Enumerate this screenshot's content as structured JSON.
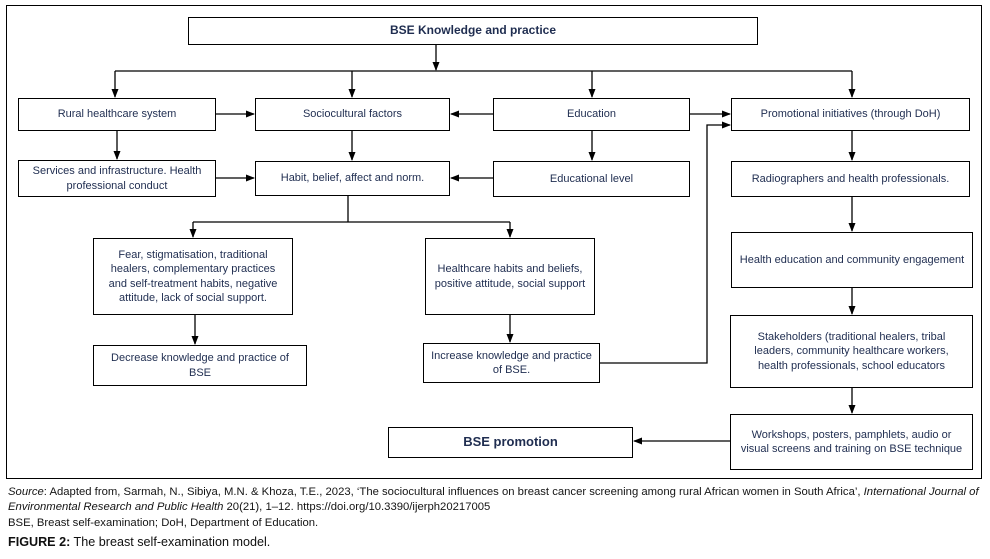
{
  "diagram": {
    "nodes": {
      "bse_knowledge": "BSE Knowledge and practice",
      "rural": "Rural healthcare system",
      "socio": "Sociocultural factors",
      "edu": "Education",
      "promo": "Promotional initiatives (through DoH)",
      "services": "Services and infrastructure. Health professional conduct",
      "habit": "Habit, belief, affect and norm.",
      "edulevel": "Educational level",
      "radio": "Radiographers and health professionals.",
      "fear": "Fear, stigmatisation, traditional healers, complementary practices and self-treatment habits, negative attitude, lack of social support.",
      "hch": "Healthcare habits and beliefs, positive attitude, social support",
      "decrease": "Decrease knowledge and practice of BSE",
      "increase": "Increase knowledge and practice of BSE.",
      "healthedu": "Health education and community engagement",
      "stake": "Stakeholders (traditional healers, tribal leaders, community healthcare workers, health professionals, school educators",
      "workshops": "Workshops, posters, pamphlets, audio or visual screens and training on BSE technique",
      "bse_promotion": "BSE promotion"
    },
    "edges": [
      {
        "from": "bse_knowledge",
        "to": "rural"
      },
      {
        "from": "bse_knowledge",
        "to": "socio"
      },
      {
        "from": "bse_knowledge",
        "to": "edu"
      },
      {
        "from": "bse_knowledge",
        "to": "promo"
      },
      {
        "from": "rural",
        "to": "socio"
      },
      {
        "from": "edu",
        "to": "socio"
      },
      {
        "from": "edu",
        "to": "promo"
      },
      {
        "from": "rural",
        "to": "services"
      },
      {
        "from": "socio",
        "to": "habit"
      },
      {
        "from": "edu",
        "to": "edulevel"
      },
      {
        "from": "promo",
        "to": "radio"
      },
      {
        "from": "services",
        "to": "habit"
      },
      {
        "from": "edulevel",
        "to": "habit"
      },
      {
        "from": "habit",
        "to": "fear"
      },
      {
        "from": "habit",
        "to": "hch"
      },
      {
        "from": "fear",
        "to": "decrease"
      },
      {
        "from": "hch",
        "to": "increase"
      },
      {
        "from": "increase",
        "to": "promo"
      },
      {
        "from": "radio",
        "to": "healthedu"
      },
      {
        "from": "healthedu",
        "to": "stake"
      },
      {
        "from": "stake",
        "to": "workshops"
      },
      {
        "from": "workshops",
        "to": "bse_promotion"
      }
    ],
    "colors": {
      "box_border": "#000000",
      "box_fill": "#ffffff",
      "node_text": "#1f2d50",
      "connector": "#000000"
    }
  },
  "footer": {
    "source_word": "Source",
    "source_part1": ": Adapted from, Sarmah, N., Sibiya, M.N. & Khoza, T.E., 2023, ‘The sociocultural influences on breast cancer screening among rural African women in South Africa’, ",
    "source_journal": "International Journal of Environmental Research and Public Health",
    "source_part2": " 20(21), 1–12. https://doi.org/10.3390/ijerph20217005",
    "abbreviations": "BSE, Breast self-examination; DoH, Department of Education.",
    "figure_label": "FIGURE 2:",
    "figure_title": " The breast self-examination model."
  }
}
